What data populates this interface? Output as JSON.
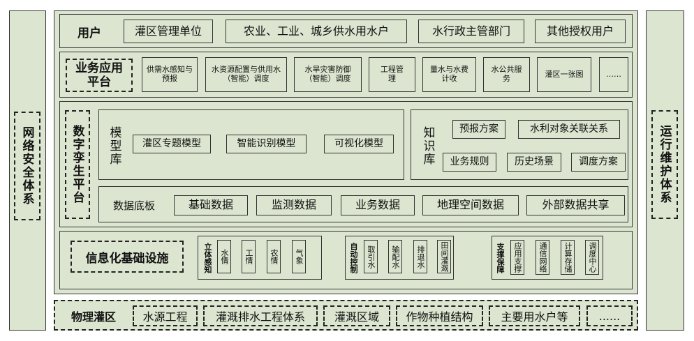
{
  "left_pillar": "网络安全体系",
  "right_pillar": "运行维护体系",
  "users": {
    "label": "用户",
    "items": [
      "灌区管理单位",
      "农业、工业、城乡供水用水户",
      "水行政主管部门",
      "其他授权用户"
    ]
  },
  "business": {
    "label": "业务应用平台",
    "items": [
      "供需水感知与预报",
      "水资源配置与供用水（智能）调度",
      "水旱灾害防御（智能）调度",
      "工程管理",
      "量水与水费计收",
      "水公共服务",
      "灌区一张图",
      "……"
    ]
  },
  "digital_twin": {
    "label": "数字孪生平台",
    "model_lib": {
      "label": "模型库",
      "items": [
        "灌区专题模型",
        "智能识别模型",
        "可视化模型"
      ]
    },
    "knowledge_lib": {
      "label": "知识库",
      "items": [
        "预报方案",
        "水利对象关联关系",
        "业务规则",
        "历史场景",
        "调度方案"
      ]
    },
    "data_base": {
      "label": "数据底板",
      "items": [
        "基础数据",
        "监测数据",
        "业务数据",
        "地理空间数据",
        "外部数据共享"
      ]
    }
  },
  "infra": {
    "label": "信息化基础设施",
    "groups": [
      {
        "label": "立体感知",
        "items": [
          "水情",
          "工情",
          "农情",
          "气象"
        ]
      },
      {
        "label": "自动控制",
        "items": [
          "取引水",
          "输配水",
          "排退水",
          "田间灌溉"
        ]
      },
      {
        "label": "支撑保障",
        "items": [
          "应用支撑",
          "通信网络",
          "计算存储",
          "调度中心"
        ]
      }
    ]
  },
  "physical": {
    "label": "物理灌区",
    "items": [
      "水源工程",
      "灌溉排水工程体系",
      "灌溉区域",
      "作物种植结构",
      "主要用水户等",
      "......"
    ]
  }
}
